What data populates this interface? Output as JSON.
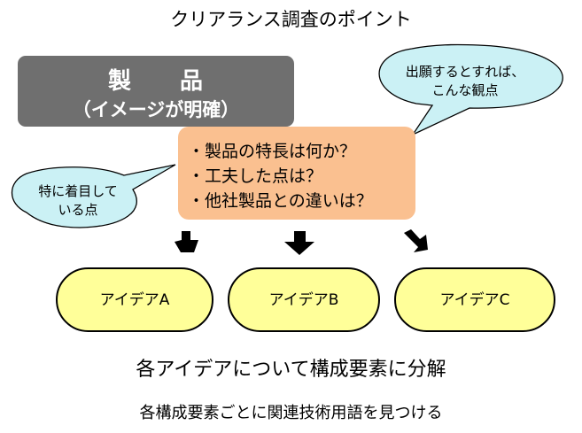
{
  "title": "クリアランス調査のポイント",
  "product": {
    "name": "製　　品",
    "note": "（イメージが明確）"
  },
  "questions": [
    "・製品の特長は何か？",
    "・工夫した点は？",
    "・他社製品との違いは？"
  ],
  "bubbles": {
    "right": [
      "出願するとすれば、",
      "こんな観点"
    ],
    "left": [
      "特に着目して",
      "いる点"
    ]
  },
  "ideas": [
    "アイデアA",
    "アイデアB",
    "アイデアC"
  ],
  "decompose_text": "各アイデアについて構成要素に分解",
  "terms_text": "各構成要素ごとに関連技術用語を見つける",
  "colors": {
    "product_box": "#6f6f6f",
    "questions_box": "#fac090",
    "bubble_fill": "#cbf1f5",
    "idea_fill": "#ffff99",
    "arrow": "#000000"
  },
  "icons": {
    "arrows": "arrow-down-icon"
  }
}
